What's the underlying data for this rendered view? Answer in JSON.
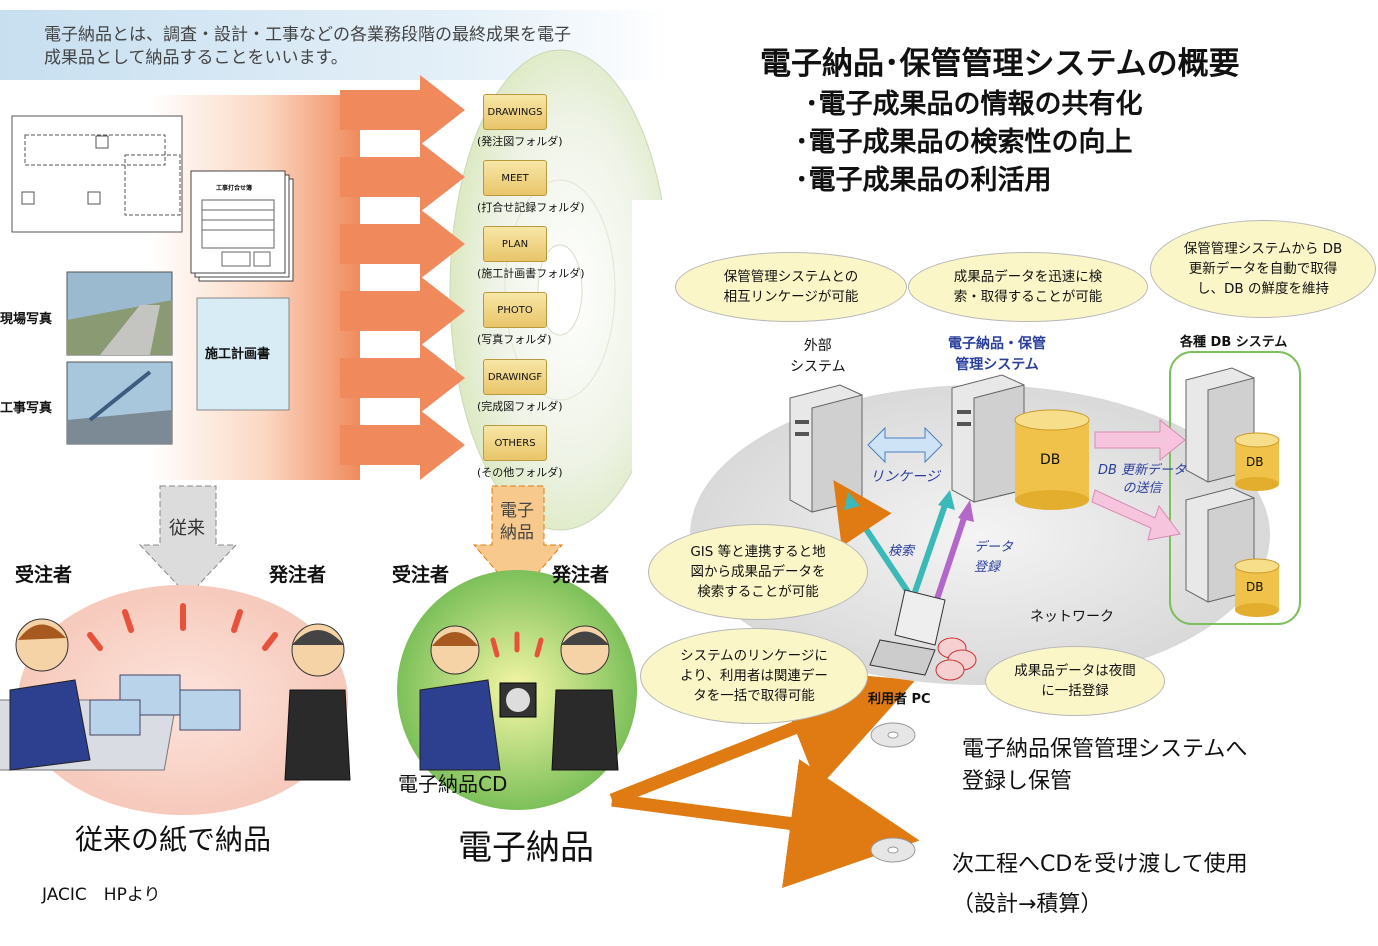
{
  "intro": {
    "line1": "電子納品とは、調査・設計・工事などの各業務段階の最終成果を電子",
    "line2": "成果品として納品することをいいます。"
  },
  "header": {
    "title": "電子納品･保管管理システムの概要",
    "bullets": [
      "･電子成果品の情報の共有化",
      "･電子成果品の検索性の向上",
      "･電子成果品の利活用"
    ]
  },
  "left": {
    "photo_label_1": "現場写真",
    "photo_label_2": "工事写真",
    "doc_label": "施工計画書",
    "form_title": "工事打合せ簿",
    "conventional_arrow": "従来",
    "electronic_arrow": "電子納品",
    "roles": {
      "contractor_1": "受注者",
      "client_1": "発注者",
      "contractor_2": "受注者",
      "client_2": "発注者"
    },
    "cd_label": "電子納品CD",
    "caption_paper": "従来の紙で納品",
    "caption_electronic": "電子納品",
    "source": "JACIC　HPより"
  },
  "folders": [
    {
      "name": "DRAWINGS",
      "label": "(発注図フォルダ)"
    },
    {
      "name": "MEET",
      "label": "(打合せ記録フォルダ)"
    },
    {
      "name": "PLAN",
      "label": "(施工計画書フォルダ)"
    },
    {
      "name": "PHOTO",
      "label": "(写真フォルダ)"
    },
    {
      "name": "DRAWINGF",
      "label": "(完成図フォルダ)"
    },
    {
      "name": "OTHERS",
      "label": "(その他フォルダ)"
    }
  ],
  "diagram": {
    "bubble_link_1": "保管管理システムとの",
    "bubble_link_2": "相互リンケージが可能",
    "bubble_search_1": "成果品データを迅速に検",
    "bubble_search_2": "索・取得することが可能",
    "bubble_db_1": "保管管理システムから DB",
    "bubble_db_2": "更新データを自動で取得",
    "bubble_db_3": "し、DB の鮮度を維持",
    "bubble_gis_1": "GIS 等と連携すると地",
    "bubble_gis_2": "図から成果品データを",
    "bubble_gis_3": "検索することが可能",
    "bubble_user_1": "システムのリンケージに",
    "bubble_user_2": "より、利用者は関連デー",
    "bubble_user_3": "タを一括で取得可能",
    "bubble_night_1": "成果品データは夜間",
    "bubble_night_2": "に一括登録",
    "external_1": "外部",
    "external_2": "システム",
    "main_system_1": "電子納品・保管",
    "main_system_2": "管理システム",
    "db_systems": "各種 DB システム",
    "db": "DB",
    "linkage": "リンケージ",
    "db_update_1": "DB 更新データ",
    "db_update_2": "の送信",
    "search": "検索",
    "data_reg_1": "データ",
    "data_reg_2": "登録",
    "network": "ネットワーク",
    "user_pc": "利用者 PC"
  },
  "notes": {
    "note1_line1": "電子納品保管管理システムへ",
    "note1_line2": "登録し保管",
    "note2_line1": "次工程へCDを受け渡して使用",
    "note2_line2": "（設計→積算）"
  },
  "colors": {
    "fan": "#f08a5d",
    "cd_arrow": "#e07a12",
    "cyan_arrow": "#3bb8b8",
    "pink_arrow": "#f3b3d2",
    "purple_arrow": "#b267c9",
    "db_box": "#7dbe5d"
  }
}
